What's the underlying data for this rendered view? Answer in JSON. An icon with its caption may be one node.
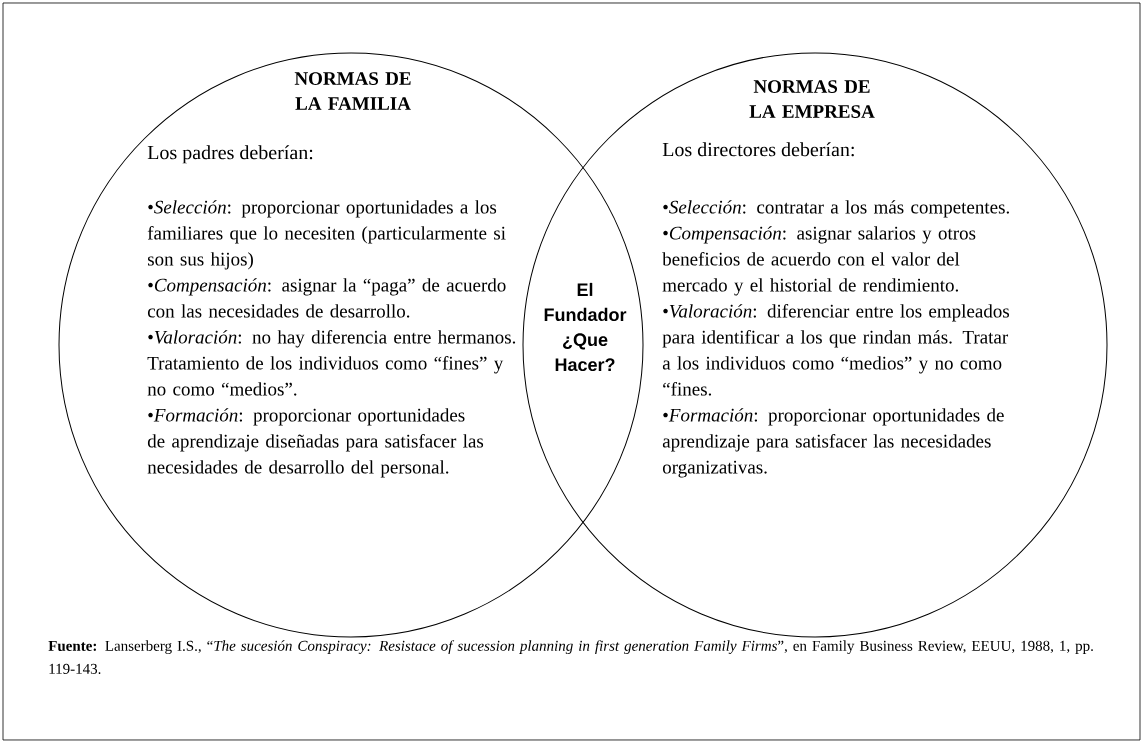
{
  "diagram": {
    "caption": "**Fuente:** Lanserberg I.S., “*The sucesión Conspiracy: Resistace of sucession planning in first generation Family Firms*”, en Family Business Review, EEUU, 1988, 1, pp. 119-143.",
    "nodes": [
      {
        "text": [
          "NORMAS DE LA FAMILIA",
          "Los padres deberían:",
          "•*Selección*: proporcionar oportunidades a los familiares que lo necesiten (particularmente si son sus hijos)",
          "•*Compensación*: asignar la “paga” de acuerdo con las necesidades de desarrollo.",
          "•*Valoración*: no hay diferencia entre hermanos. Tratamiento de los individuos como “fines” y no como “medios”.",
          "•*Formación*: proporcionar oportunidades de aprendizaje diseñadas para satisfacer las necesidades de desarrollo del personal."
        ]
      },
      {
        "text": [
          "NORMAS DE LA EMPRESA",
          "Los directores deberían:",
          "•*Selección*: contratar a los más competentes.",
          "•*Compensación*: asignar salarios y otros beneficios de acuerdo con el valor del mercado y el historial de rendimiento.",
          "•*Valoración*: diferenciar entre los empleados para identificar a los que rindan más. Tratar a los individuos como “medios” y no como “fines.",
          "•*Formación*: proporcionar oportunidades de aprendizaje para satisfacer las necesidades organizativas."
        ]
      }
    ],
    "labels": [
      "El Fundador ¿Que Hacer?"
    ]
  }
}
